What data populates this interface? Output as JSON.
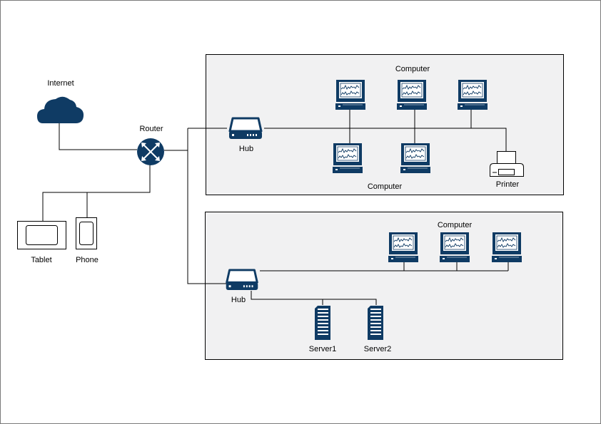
{
  "colors": {
    "device": "#0f3b64",
    "panel_fill": "#f1f1f2",
    "line": "#000000"
  },
  "labels": {
    "internet": "Internet",
    "router": "Router",
    "tablet": "Tablet",
    "phone": "Phone",
    "hub_top": "Hub",
    "hub_bottom": "Hub",
    "computer_top_upper": "Computer",
    "computer_top_lower": "Computer",
    "printer": "Printer",
    "computer_bottom": "Computer",
    "server1": "Server1",
    "server2": "Server2"
  },
  "icons": [
    "cloud-icon",
    "router-icon",
    "hub-icon",
    "computer-icon",
    "printer-icon",
    "tablet-icon",
    "phone-icon",
    "server-icon"
  ]
}
